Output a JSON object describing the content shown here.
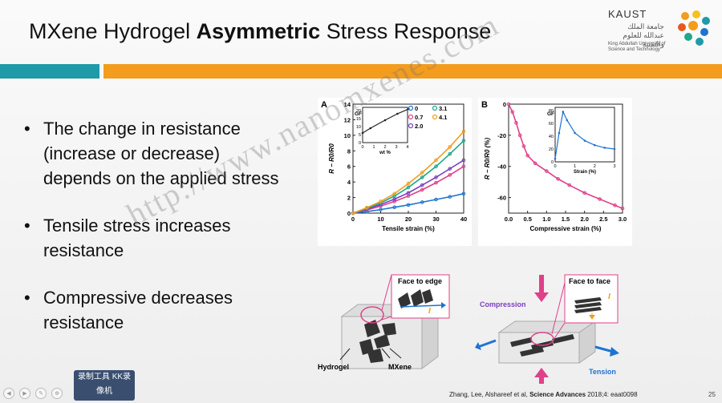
{
  "slide": {
    "title_pre": "MXene Hydrogel ",
    "title_bold": "Asymmetric",
    "title_post": " Stress Response",
    "logo": {
      "name": "KAUST",
      "arabic": "جامعة الملك عبدالله للعلوم والتقنية",
      "english": "King Abdullah University of Science and Technology"
    },
    "bullets": [
      "The change in resistance (increase or decrease) depends on the applied stress",
      "Tensile stress increases resistance",
      "Compressive decreases resistance"
    ],
    "watermark": "http://www.nanomxenes.com",
    "citation_pre": "Zhang, Lee, Alshareef et al, ",
    "citation_bold": "Science Advances",
    "citation_post": " 2018;4: eaat0098",
    "page_number": "25",
    "recorder_badge": "录制工具 KK录像机",
    "colors": {
      "teal": "#1e9aa8",
      "orange": "#f39c1d",
      "pink": "#e0408a",
      "blue": "#1e73d2"
    }
  },
  "chart_data": [
    {
      "type": "line",
      "panel": "A",
      "xlabel": "Tensile strain (%)",
      "ylabel": "R − R0/R0",
      "xlim": [
        0,
        40
      ],
      "ylim": [
        0,
        14
      ],
      "xticks": [
        0,
        10,
        20,
        30,
        40
      ],
      "yticks": [
        0,
        2,
        4,
        6,
        8,
        10,
        12,
        14
      ],
      "x": [
        0,
        5,
        10,
        15,
        20,
        25,
        30,
        35,
        40
      ],
      "series": [
        {
          "name": "0",
          "color": "#1e73d2",
          "values": [
            0,
            0.2,
            0.45,
            0.75,
            1.05,
            1.4,
            1.75,
            2.1,
            2.5
          ]
        },
        {
          "name": "0.7",
          "color": "#e0408a",
          "values": [
            0,
            0.4,
            0.9,
            1.5,
            2.2,
            3.0,
            3.9,
            4.9,
            6.0
          ]
        },
        {
          "name": "2.0",
          "color": "#7a3fbf",
          "values": [
            0,
            0.5,
            1.1,
            1.8,
            2.6,
            3.6,
            4.6,
            5.7,
            6.8
          ]
        },
        {
          "name": "3.1",
          "color": "#1fa88a",
          "values": [
            0,
            0.6,
            1.3,
            2.2,
            3.3,
            4.6,
            6.0,
            7.6,
            9.3
          ]
        },
        {
          "name": "4.1",
          "color": "#f39c1d",
          "values": [
            0,
            0.7,
            1.5,
            2.5,
            3.8,
            5.2,
            6.8,
            8.5,
            10.5
          ]
        }
      ],
      "legend": "top-right",
      "inset": {
        "title": "GF",
        "xlabel": "wt %",
        "xticks": [
          0,
          1,
          2,
          3,
          4
        ],
        "yticks": [
          0,
          5,
          10,
          15,
          20
        ],
        "x": [
          0,
          0.7,
          2.0,
          3.1,
          4.1
        ],
        "values": [
          6,
          9,
          14,
          18,
          21
        ]
      }
    },
    {
      "type": "line",
      "panel": "B",
      "xlabel": "Compressive strain (%)",
      "ylabel": "R − R0/R0 (%)",
      "xlim": [
        0,
        3.0
      ],
      "ylim": [
        -70,
        0
      ],
      "xticks": [
        0.0,
        0.5,
        1.0,
        1.5,
        2.0,
        2.5,
        3.0
      ],
      "yticks": [
        0,
        -20,
        -40,
        -60
      ],
      "x": [
        0,
        0.1,
        0.2,
        0.3,
        0.4,
        0.5,
        0.7,
        1.0,
        1.3,
        1.6,
        2.0,
        2.4,
        2.8,
        3.0
      ],
      "series": [
        {
          "name": "",
          "color": "#e0408a",
          "values": [
            0,
            -5,
            -12,
            -20,
            -27,
            -33,
            -38,
            -43,
            -48,
            -52,
            -57,
            -61,
            -65,
            -67
          ]
        }
      ],
      "inset": {
        "title": "GF",
        "xlabel": "Strain (%)",
        "xticks": [
          0,
          1,
          2,
          3
        ],
        "yticks": [
          0,
          20,
          40,
          60,
          80
        ],
        "x": [
          0,
          0.2,
          0.4,
          0.6,
          1.0,
          1.5,
          2.0,
          2.5,
          3.0
        ],
        "values": [
          5,
          45,
          78,
          65,
          45,
          33,
          26,
          22,
          20
        ]
      }
    }
  ],
  "diagrams": {
    "left": {
      "callout": "Face to edge",
      "label_hydrogel": "Hydrogel",
      "label_mxene": "MXene",
      "label_i": "I"
    },
    "right": {
      "callout": "Face to face",
      "label_compression": "Compression",
      "label_tension": "Tension",
      "label_i": "I"
    }
  }
}
